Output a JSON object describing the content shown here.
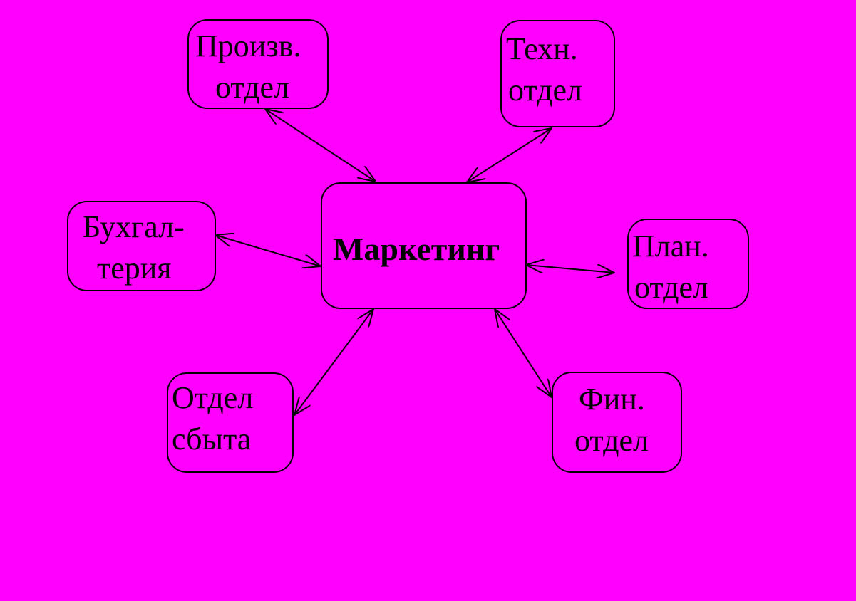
{
  "diagram": {
    "center": {
      "label": "Маркетинг"
    },
    "nodes": [
      {
        "id": "proizv",
        "lines": [
          "Произв.",
          "отдел"
        ]
      },
      {
        "id": "tekhn",
        "lines": [
          "Техн.",
          "отдел"
        ]
      },
      {
        "id": "bukhgalteriya",
        "lines": [
          "Бухгал-",
          "терия"
        ]
      },
      {
        "id": "plan",
        "lines": [
          "План.",
          "отдел"
        ]
      },
      {
        "id": "sbyt",
        "lines": [
          "Отдел",
          "сбыта"
        ]
      },
      {
        "id": "fin",
        "lines": [
          "Фин.",
          "отдел"
        ]
      }
    ],
    "colors": {
      "background": "#ff00ff",
      "stroke": "#000000"
    },
    "connector_style": "double-headed-arrow"
  }
}
